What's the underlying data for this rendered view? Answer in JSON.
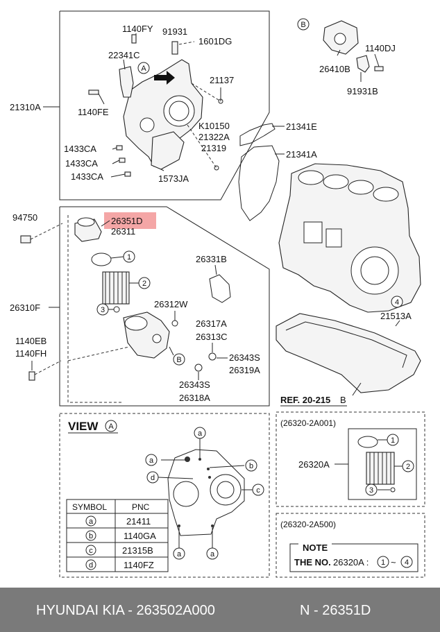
{
  "labels": {
    "p21310A": "21310A",
    "p1140FY": "1140FY",
    "p91931": "91931",
    "p1601DG": "1601DG",
    "p22341C": "22341C",
    "p21137": "21137",
    "p1140FE": "1140FE",
    "pK10150": "K10150",
    "p21322A": "21322A",
    "p21319": "21319",
    "p1433CA_1": "1433CA",
    "p1433CA_2": "1433CA",
    "p1433CA_3": "1433CA",
    "p1573JA": "1573JA",
    "p21341E": "21341E",
    "p21341A": "21341A",
    "p26410B": "26410B",
    "p1140DJ": "1140DJ",
    "p91931B": "91931B",
    "p94750": "94750",
    "p26351D": "26351D",
    "p26311": "26311",
    "p26331B": "26331B",
    "p26310F": "26310F",
    "p26312W": "26312W",
    "p26317A": "26317A",
    "p26313C": "26313C",
    "p26343S_a": "26343S",
    "p26319A": "26319A",
    "p26343S_b": "26343S",
    "p26318A": "26318A",
    "p1140EB": "1140EB",
    "p1140FH": "1140FH",
    "p21513A": "21513A",
    "ref": "REF. 20-215",
    "view": "VIEW",
    "kit1": "(26320-2A001)",
    "kit1_part": "26320A",
    "kit2": "(26320-2A500)",
    "note_title": "NOTE",
    "note_prefix": "THE NO.",
    "note_part": "26320A :",
    "note_tilde": "~"
  },
  "callouts": {
    "A": "A",
    "B": "B",
    "one": "1",
    "two": "2",
    "three": "3",
    "four": "4",
    "a": "a",
    "b": "b",
    "c": "c",
    "d": "d"
  },
  "symbol_table": {
    "headers": [
      "SYMBOL",
      "PNC"
    ],
    "rows": [
      {
        "symbol": "a",
        "pnc": "21411"
      },
      {
        "symbol": "b",
        "pnc": "1140GA"
      },
      {
        "symbol": "c",
        "pnc": "21315B"
      },
      {
        "symbol": "d",
        "pnc": "1140FZ"
      }
    ]
  },
  "footer": {
    "brand": "HYUNDAI  KIA - 263502A000",
    "pnc": "N - 26351D"
  },
  "colors": {
    "highlight": "#f4a6a6",
    "footer_bg": "#7a7a7a"
  }
}
